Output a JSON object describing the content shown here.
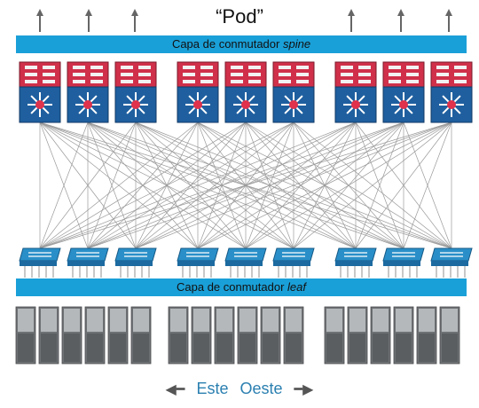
{
  "title": "“Pod”",
  "spine_bar": {
    "prefix": "Capa de conmutador ",
    "emph": "spine"
  },
  "leaf_bar": {
    "prefix": "Capa de conmutador ",
    "emph": "leaf"
  },
  "footer": {
    "left": "Este",
    "right": "Oeste"
  },
  "colors": {
    "bar": "#1aa0d8",
    "switch_red": "#d0304a",
    "switch_blue": "#1f5f9f",
    "leaf_blue": "#2a8fc8",
    "server_gray": "#8c8f92"
  },
  "icons": {
    "spine": "spine-switch-icon",
    "leaf": "leaf-switch-icon",
    "server": "server-rack-icon",
    "uplink": "arrow-up-icon"
  }
}
